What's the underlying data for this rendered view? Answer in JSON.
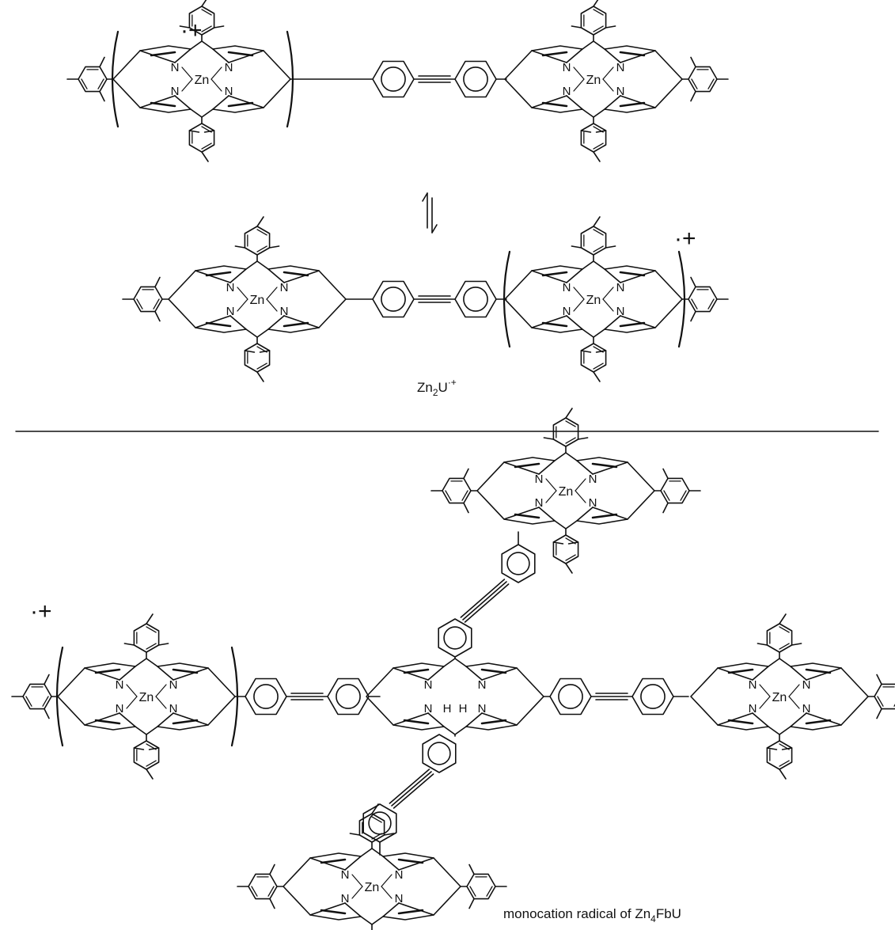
{
  "top_panel": {
    "charge_marker_left": "·+",
    "charge_marker_right": "·+",
    "equilibrium_arrow": "⇌",
    "compound_label": {
      "main": "Zn",
      "sub": "2",
      "tail": "U",
      "sup": "·+"
    }
  },
  "bottom_panel": {
    "charge_marker": "·+",
    "compound_label": {
      "prefix": "monocation radical of Zn",
      "sub": "4",
      "tail": "FbU"
    }
  },
  "atoms": {
    "metal": "Zn",
    "nitrogen": "N",
    "hydrogen": "H"
  },
  "colors": {
    "ink": "#111111",
    "background": "#ffffff"
  }
}
